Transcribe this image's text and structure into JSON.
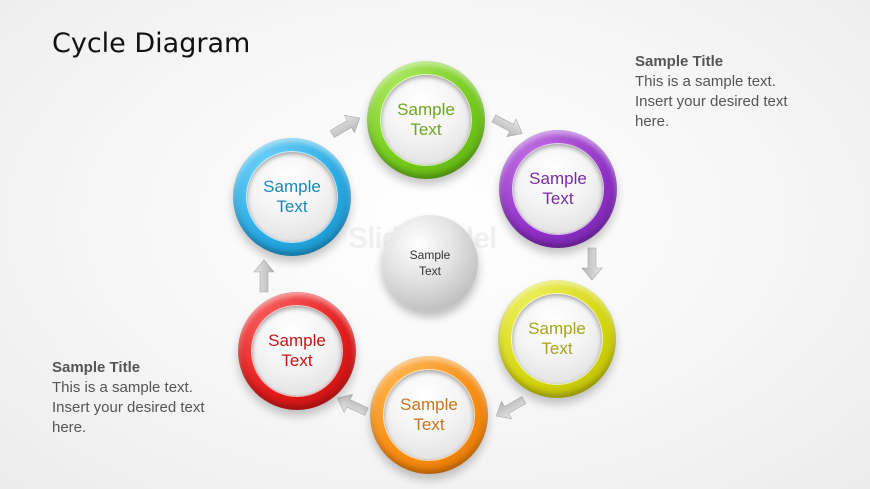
{
  "slide": {
    "title": "Cycle Diagram"
  },
  "notes": {
    "top_right": {
      "title": "Sample Title",
      "body": "This is a sample text. Insert your desired text here."
    },
    "bottom_left": {
      "title": "Sample Title",
      "body": "This is a sample text. Insert your desired text here."
    }
  },
  "watermark": "SlideModel",
  "center": {
    "label": "Sample Text"
  },
  "nodes": [
    {
      "label": "Sample Text",
      "color": "#72c81a"
    },
    {
      "label": "Sample Text",
      "color": "#8d2fc4"
    },
    {
      "label": "Sample Text",
      "color": "#d2d40c"
    },
    {
      "label": "Sample Text",
      "color": "#f68a0f"
    },
    {
      "label": "Sample Text",
      "color": "#df1a1a"
    },
    {
      "label": "Sample Text",
      "color": "#25a7e0"
    }
  ]
}
